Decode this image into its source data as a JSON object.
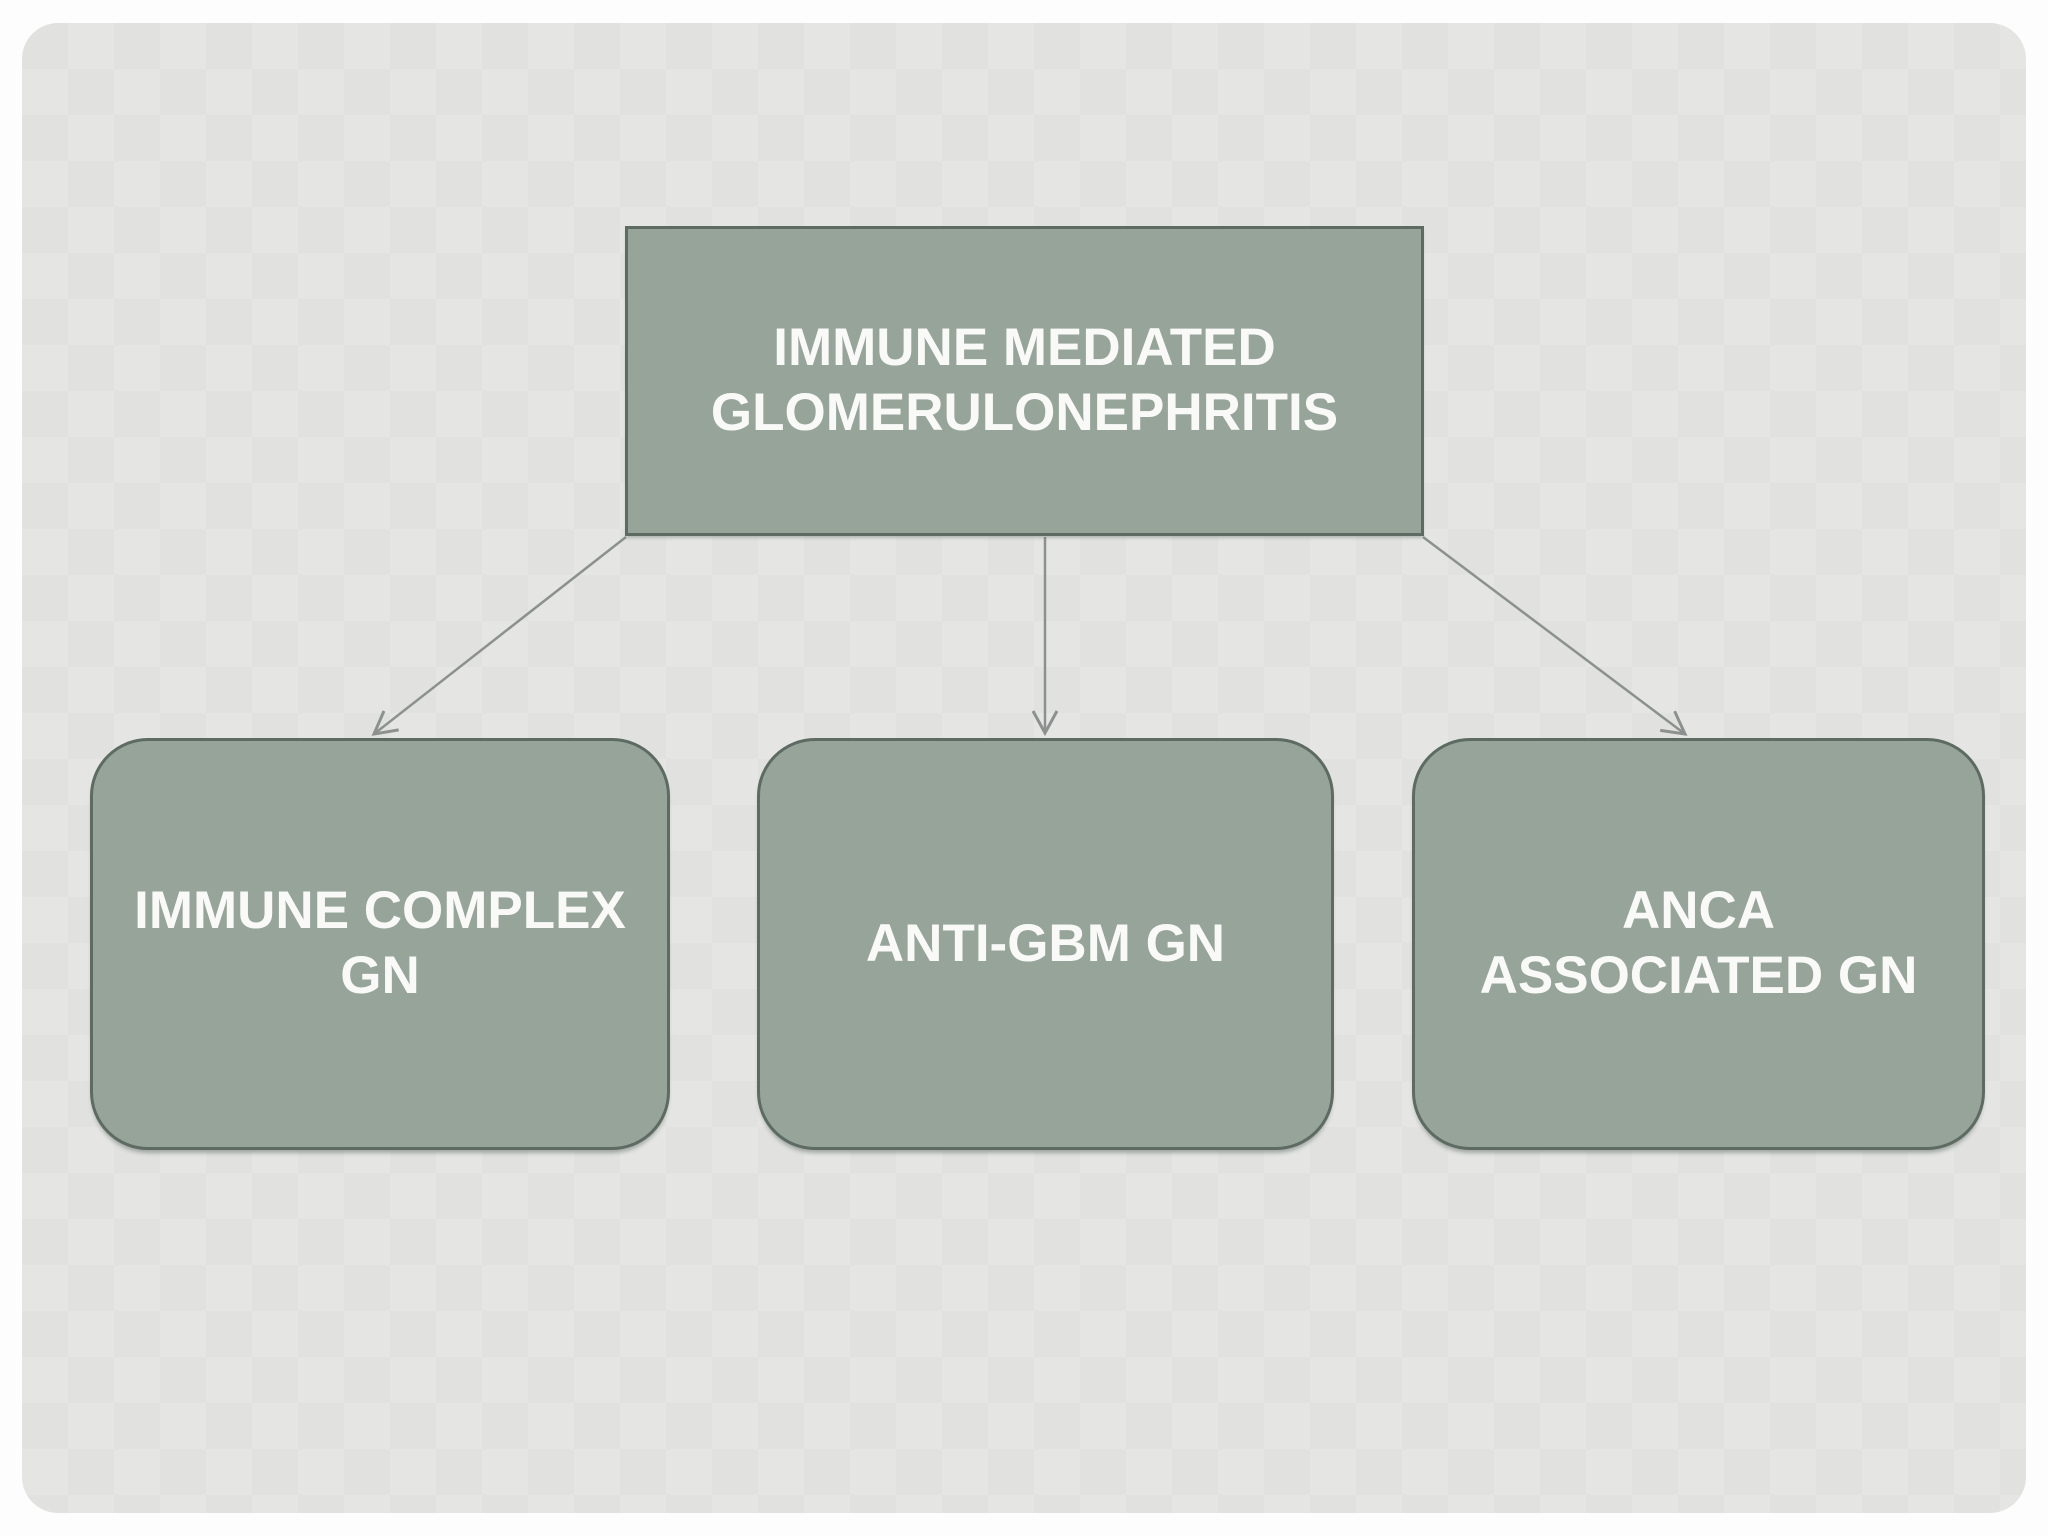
{
  "page": {
    "background_color": "#fdfdfd",
    "slide_background_color": "#e4e5e3"
  },
  "colors": {
    "node_fill": "#96a49a",
    "node_border": "#5d6b63",
    "node_text": "#f9faf8",
    "arrow": "#8c918f"
  },
  "diagram": {
    "root_node": {
      "label": "IMMUNE MEDIATED GLOMERULONEPHRITIS"
    },
    "child_nodes": [
      {
        "label": "IMMUNE COMPLEX GN"
      },
      {
        "label": "ANTI-GBM GN"
      },
      {
        "label": "ANCA ASSOCIATED GN"
      }
    ],
    "connectors": [
      {
        "from": "IMMUNE MEDIATED GLOMERULONEPHRITIS",
        "to": "IMMUNE COMPLEX GN"
      },
      {
        "from": "IMMUNE MEDIATED GLOMERULONEPHRITIS",
        "to": "ANTI-GBM GN"
      },
      {
        "from": "IMMUNE MEDIATED GLOMERULONEPHRITIS",
        "to": "ANCA ASSOCIATED GN"
      }
    ]
  }
}
